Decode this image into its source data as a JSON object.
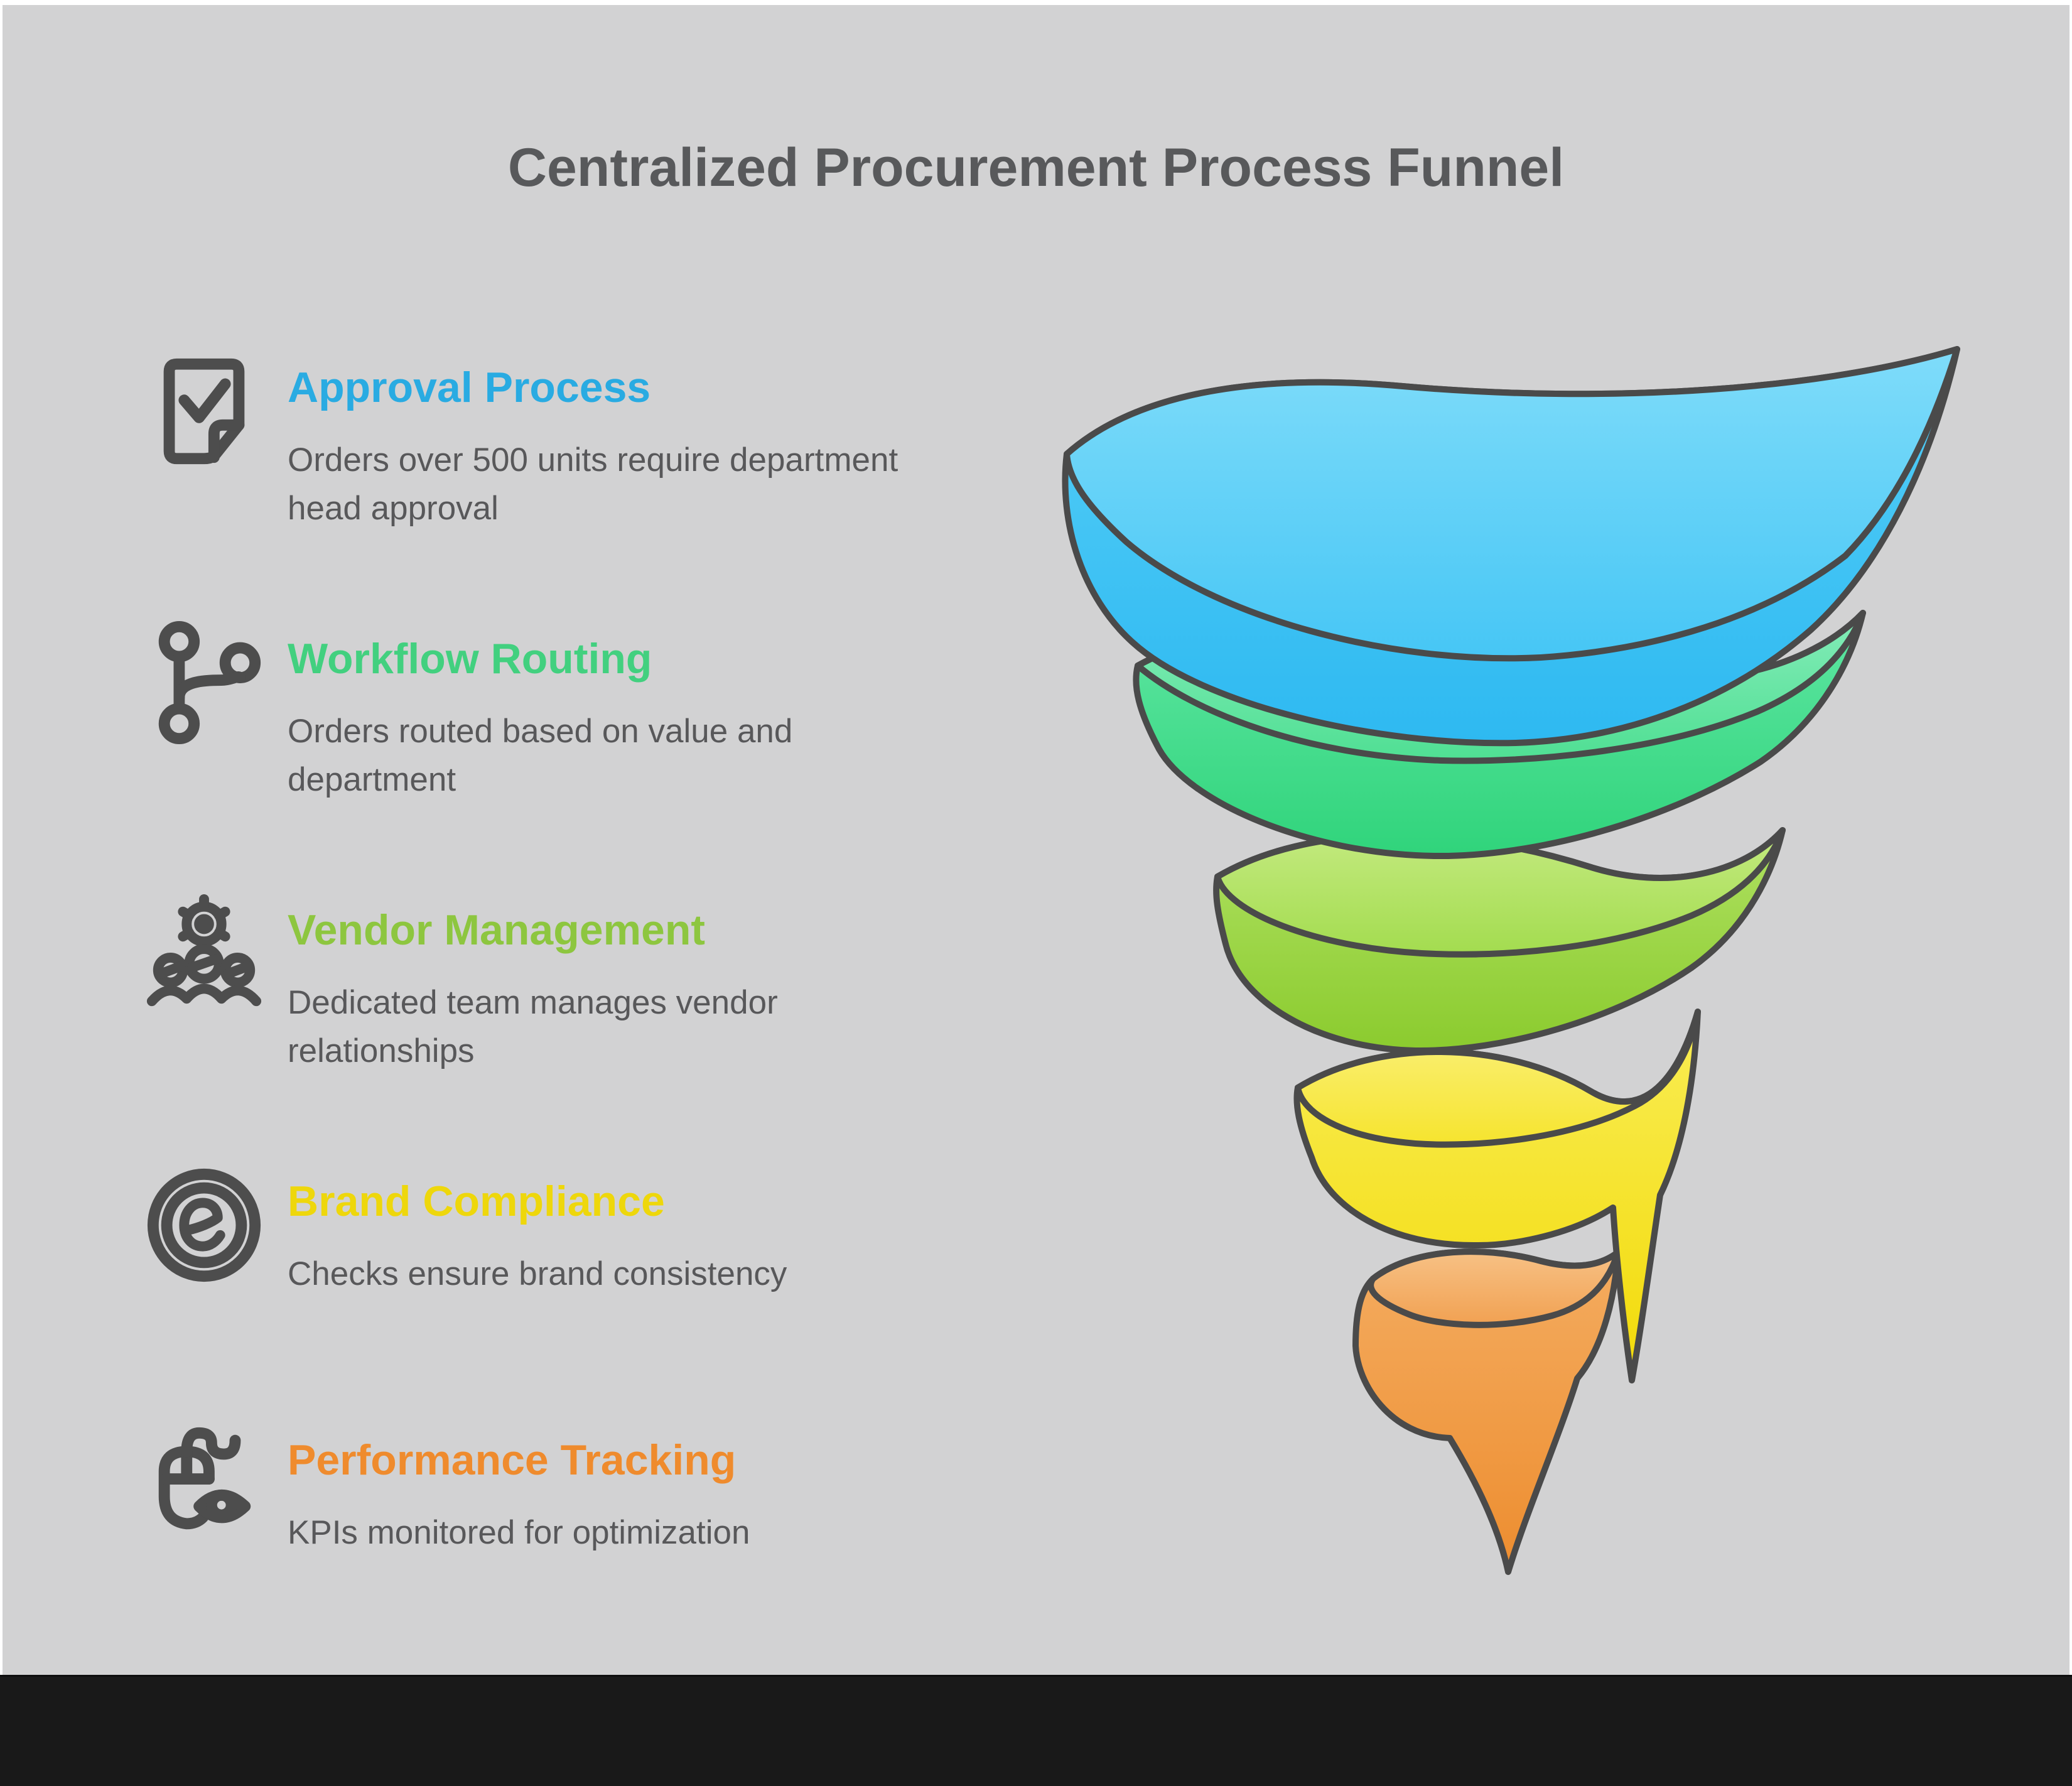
{
  "page": {
    "title": "Centralized Procurement Process Funnel",
    "background_color": "#d2d2d3",
    "footer_bar_color": "#191919",
    "title_color": "#58595b",
    "body_text_color": "#58585a",
    "icon_color": "#4d4d4d"
  },
  "stages": [
    {
      "label": "Approval Process",
      "description": "Orders over 500 units require department head approval",
      "color": "#29abe2",
      "icon": "checklist-document-icon"
    },
    {
      "label": "Workflow Routing",
      "description": "Orders routed based on value and department",
      "color": "#42d07f",
      "icon": "git-branch-icon"
    },
    {
      "label": "Vendor Management",
      "description": "Dedicated team manages vendor relationships",
      "color": "#8dc63f",
      "icon": "team-gear-icon"
    },
    {
      "label": "Brand Compliance",
      "description": "Checks ensure brand consistency",
      "color": "#eed70b",
      "icon": "circled-e-icon"
    },
    {
      "label": "Performance Tracking",
      "description": "KPIs monitored for optimization",
      "color": "#ef8b2d",
      "icon": "mouse-eye-icon"
    }
  ],
  "funnel": {
    "type": "spiral-funnel",
    "outline_color": "#4a4a4a",
    "levels": [
      {
        "name": "Approval Process",
        "fill_top": "#6fd8f9",
        "fill_bottom": "#2eb9f1"
      },
      {
        "name": "Workflow Routing",
        "fill_top": "#6fe8ab",
        "fill_bottom": "#30d47b"
      },
      {
        "name": "Vendor Management",
        "fill_top": "#b8e46d",
        "fill_bottom": "#8bcb2e"
      },
      {
        "name": "Brand Compliance",
        "fill_top": "#f9ee60",
        "fill_bottom": "#f2da08"
      },
      {
        "name": "Performance Tracking",
        "fill_top": "#f5b064",
        "fill_bottom": "#ed8d2f"
      }
    ]
  }
}
